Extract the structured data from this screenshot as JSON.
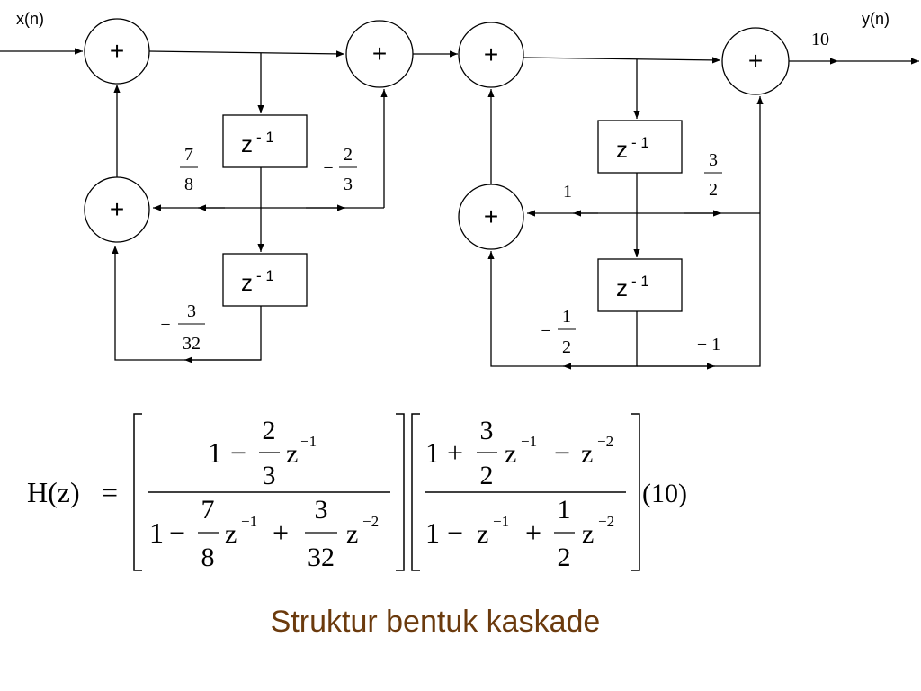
{
  "diagram": {
    "input_label": "x(n)",
    "output_label": "y(n)",
    "sum_symbol": "+",
    "delay_base": "z",
    "delay_exp": "- 1",
    "output_gain": "10",
    "stage1": {
      "coef_7_8": {
        "minus": "",
        "num": "7",
        "den": "8"
      },
      "coef_m2_3": {
        "minus": "−",
        "num": "2",
        "den": "3"
      },
      "coef_m3_32": {
        "minus": "−",
        "num": "3",
        "den": "32"
      }
    },
    "stage2": {
      "coef_1": "1",
      "coef_3_2": {
        "minus": "",
        "num": "3",
        "den": "2"
      },
      "coef_m1_2": {
        "minus": "−",
        "num": "1",
        "den": "2"
      },
      "coef_m1": "− 1"
    }
  },
  "equation": {
    "lhs": "H(z)",
    "eq": "=",
    "f1": {
      "num": {
        "one": "1",
        "op1": "−",
        "c1n": "2",
        "c1d": "3",
        "z1": "z",
        "e1": "−1"
      },
      "den": {
        "one": "1",
        "op1": "−",
        "c1n": "7",
        "c1d": "8",
        "z1": "z",
        "e1": "−1",
        "op2": "+",
        "c2n": "3",
        "c2d": "32",
        "z2": "z",
        "e2": "−2"
      }
    },
    "f2": {
      "num": {
        "one": "1",
        "op1": "+",
        "c1n": "3",
        "c1d": "2",
        "z1": "z",
        "e1": "−1",
        "op2": "−",
        "z2": "z",
        "e2": "−2"
      },
      "den": {
        "one": "1",
        "op1": "−",
        "z1": "z",
        "e1": "−1",
        "op2": "+",
        "c2n": "1",
        "c2d": "2",
        "z2": "z",
        "e2": "−2"
      }
    },
    "tag": "(10)"
  },
  "caption": "Struktur bentuk kaskade",
  "colors": {
    "line": "#000000",
    "caption": "#6b3a0d"
  }
}
